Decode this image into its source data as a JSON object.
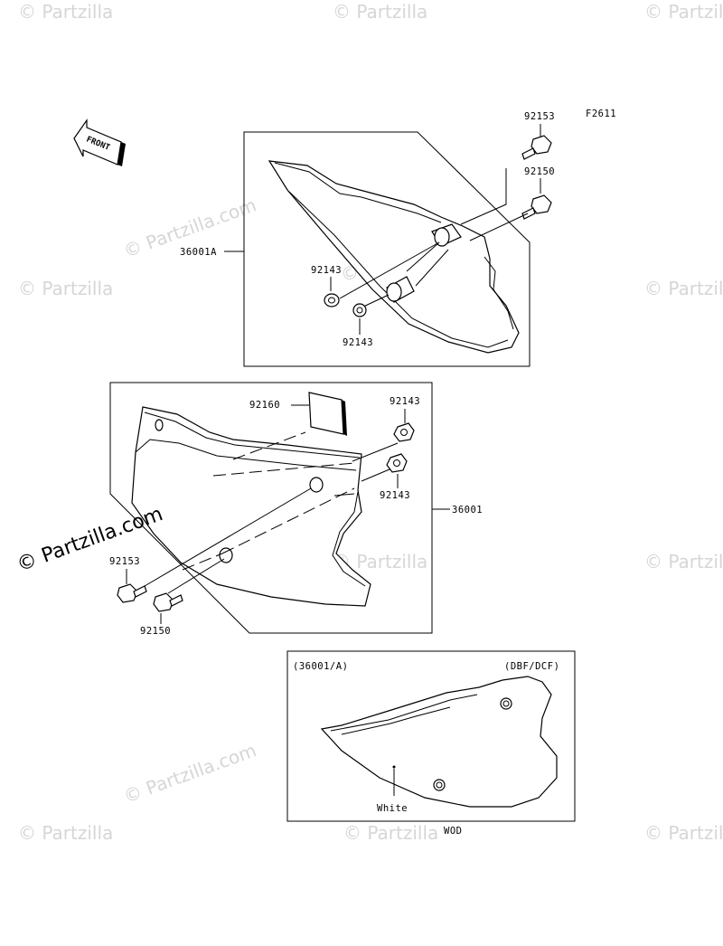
{
  "figure": {
    "code": "F2611",
    "front_label": "FRONT"
  },
  "watermarks": {
    "text": "© Partzilla.com",
    "short": "© Partzilla",
    "short2": "© Partzil",
    "bottom": "© Partzilla.com"
  },
  "callouts": {
    "upper_bolt_a": "92153",
    "upper_bolt_b": "92150",
    "upper_assembly": "36001A",
    "upper_grommet_a": "92143",
    "upper_grommet_b": "92143",
    "lower_pad": "92160",
    "lower_grommet_a": "92143",
    "lower_grommet_b": "92143",
    "lower_assembly": "36001",
    "lower_bolt_a": "92153",
    "lower_bolt_b": "92150"
  },
  "inset": {
    "left_label": "(36001/A)",
    "right_label": "(DBF/DCF)",
    "color_label": "White",
    "caption": "WOD"
  }
}
